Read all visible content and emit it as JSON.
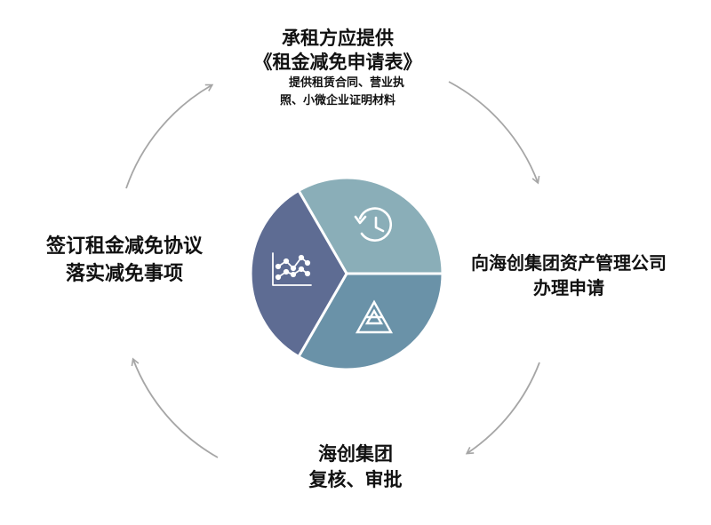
{
  "steps": {
    "top": {
      "title_line1": "承租方应提供",
      "title_line2": "《租金减免申请表》",
      "note_line1": "提供租赁合同、营业执",
      "note_line2": "照、小微企业证明材料"
    },
    "right": {
      "line1": "向海创集团资产管理公司",
      "line2": "办理申请"
    },
    "bottom": {
      "line1": "海创集团",
      "line2": "复核、审批"
    },
    "left": {
      "line1": "签订租金减免协议",
      "line2": "落实减免事项"
    }
  },
  "icons": {
    "top_segment": "history-clock-icon",
    "bottom_segment": "triangle-pyramid-icon",
    "left_segment": "line-chart-icon"
  },
  "colors": {
    "segment_top": "#8aaeb8",
    "segment_bottom": "#6a92a8",
    "segment_left": "#5e6c93",
    "arrow": "#a6a6a6",
    "text": "#111111",
    "icon": "#ffffff"
  }
}
